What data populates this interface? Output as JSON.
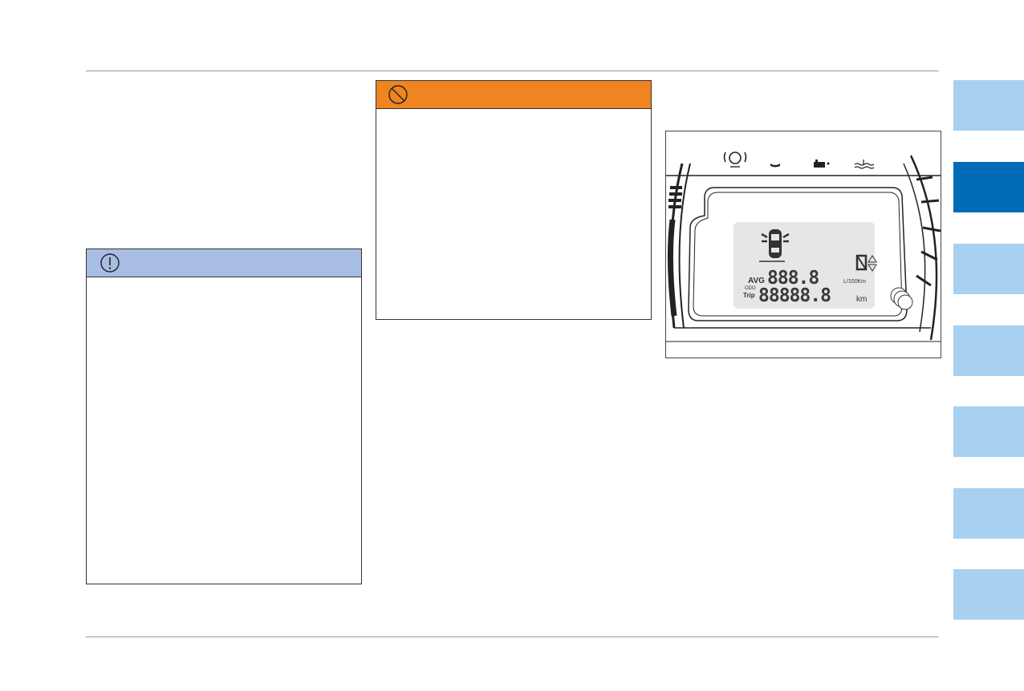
{
  "notice_box": {
    "header_color": "#a7bde4",
    "icon": "exclamation-circle-icon"
  },
  "warning_box": {
    "header_color": "#ef8420",
    "icon": "prohibition-icon"
  },
  "cluster_image": {
    "avg_label": "AVG",
    "avg_digits": "888.8",
    "avg_unit": "L/100Km",
    "odo_label": "ODO",
    "trip_label": "Trip",
    "odo_digits": "88888.8",
    "odo_unit": "km",
    "warning_icons": [
      "brake-warning-icon",
      "oil-pressure-icon",
      "battery-icon",
      "coolant-temperature-icon"
    ]
  },
  "side_tabs": [
    {
      "id": 1,
      "active": false
    },
    {
      "id": 2,
      "active": true
    },
    {
      "id": 3,
      "active": false
    },
    {
      "id": 4,
      "active": false
    },
    {
      "id": 5,
      "active": false
    },
    {
      "id": 6,
      "active": false
    },
    {
      "id": 7,
      "active": false
    }
  ],
  "colors": {
    "tab_inactive": "#a8d0f0",
    "tab_active": "#006bb6"
  }
}
